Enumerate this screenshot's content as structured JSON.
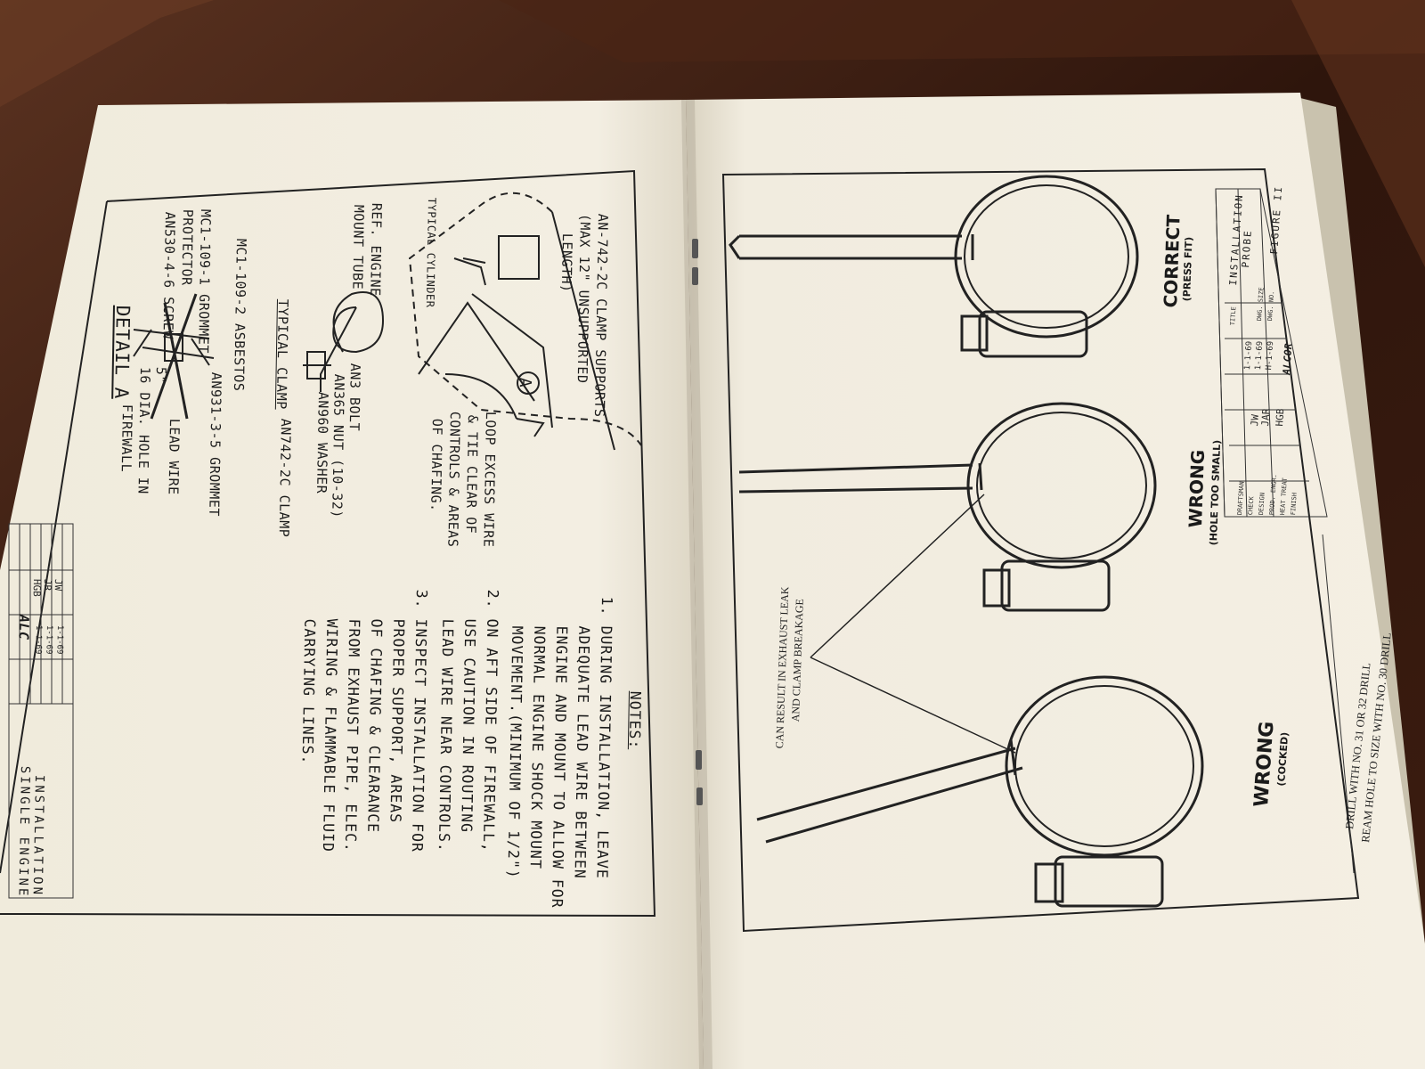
{
  "left_page": {
    "labels": {
      "clamp_supports": "AN-742-2C CLAMP SUPPORTS",
      "clamp_supports_2": "(MAX 12\" UNSUPPORTED",
      "clamp_supports_3": "LENGTH)",
      "typical_cylinder": "TYPICAL CYLINDER",
      "ref_engine_1": "REF. ENGINE",
      "ref_engine_2": "MOUNT TUBE",
      "typical_clamp": "TYPICAL CLAMP",
      "an3_bolt": "AN3 BOLT",
      "an365_nut": "AN365 NUT (10-32)",
      "an960_washer": "AN960 WASHER",
      "an742_clamp": "AN742-2C CLAMP",
      "loop_1": "LOOP EXCESS WIRE",
      "loop_2": "& TIE CLEAR OF",
      "loop_3": "CONTROLS & AREAS",
      "loop_4": "OF CHAFING.",
      "asbestos": "MC1-109-2 ASBESTOS",
      "grommet_1": "MC1-109-1 GROMMET",
      "grommet_2": "PROTECTOR",
      "screw": "AN530-4-6 SCREW",
      "an931": "AN931-3-5 GROMMET",
      "dia_1": "5\"",
      "dia_2": "16 DIA. HOLE IN",
      "dia_3": "FIREWALL",
      "lead_wire": "LEAD WIRE",
      "detail": "DETAIL A",
      "callout_a": "A"
    },
    "notes": {
      "heading": "NOTES:",
      "n1_1": "1. DURING INSTALLATION, LEAVE",
      "n1_2": "   ADEQUATE LEAD WIRE BETWEEN",
      "n1_3": "   ENGINE AND MOUNT TO ALLOW FOR",
      "n1_4": "   NORMAL ENGINE SHOCK MOUNT",
      "n1_5": "   MOVEMENT.(MINIMUM OF 1/2\")",
      "n2_1": "2. ON AFT SIDE OF FIREWALL,",
      "n2_2": "   USE CAUTION IN ROUTING",
      "n2_3": "   LEAD WIRE NEAR CONTROLS.",
      "n3_1": "3. INSPECT INSTALLATION FOR",
      "n3_2": "   PROPER SUPPORT, AREAS",
      "n3_3": "   OF CHAFING & CLEARANCE",
      "n3_4": "   FROM EXHAUST PIPE, ELEC.",
      "n3_5": "   WIRING & FLAMMABLE FLUID",
      "n3_6": "   CARRYING LINES."
    },
    "title_block": {
      "title_1": "INSTALLATION",
      "title_2": "SINGLE ENGINE",
      "initials_1": "JW",
      "initials_2": "JR",
      "initials_3": "HGB",
      "date_1": "1-1-69",
      "date_2": "1-1-69",
      "date_3": "1-1-69",
      "logo": "ALC"
    }
  },
  "right_page": {
    "correct": "CORRECT",
    "correct_sub": "(PRESS FIT)",
    "wrong1": "WRONG",
    "wrong1_sub": "(HOLE TOO SMALL)",
    "wrong2": "WRONG",
    "wrong2_sub": "(COCKED)",
    "exhaust_1": "CAN RESULT IN EXHAUST LEAK",
    "exhaust_2": "AND CLAMP BREAKAGE",
    "drill_1": "DRILL WITH NO. 31 OR 32 DRILL",
    "drill_2": "REAM HOLE TO SIZE WITH NO. 30 DRILL",
    "title_block": {
      "title_1": "INSTALLATION",
      "title_2": "PROBE",
      "figure": "FIGURE II",
      "initials_1": "JW",
      "initials_2": "JAR",
      "initials_3": "HGB",
      "date_1": "1-1-69",
      "date_2": "1-1-69",
      "date_3": "H-1-69",
      "logo": "ALCOR",
      "cells": [
        "DRAFTSMAN",
        "CHECK",
        "DESIGN",
        "PROD. ENGR.",
        "HEAT TREAT",
        "FINISH",
        "TITLE",
        "DWG. SIZE",
        "DWG. NO."
      ]
    }
  }
}
